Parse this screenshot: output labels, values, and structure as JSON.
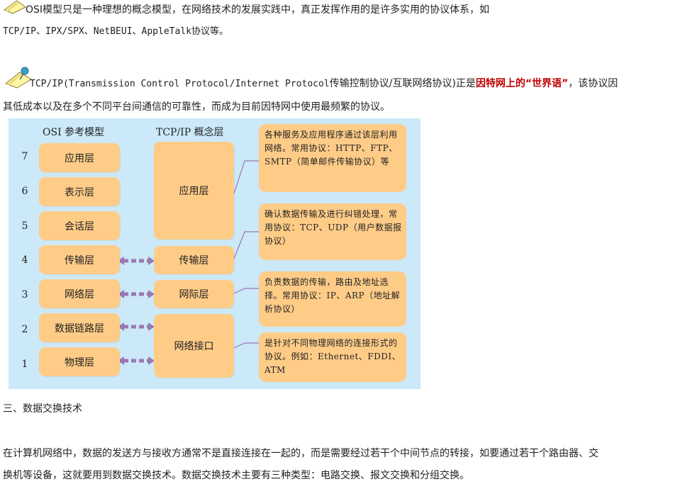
{
  "paragraph1": {
    "line1": "OSI模型只是一种理想的概念模型，在网络技术的发展实践中，真正发挥作用的是许多实用的协议体系，如",
    "line2": "TCP/IP、IPX/SPX、NetBEUI、AppleTalk协议等。"
  },
  "paragraph2": {
    "line1_a": "TCP/IP(Transmission Control Protocol/Internet Protocol",
    "line1_b": "传输控制协议/互联网络协议)正是",
    "line1_highlight": "因特网上的“世界语”",
    "line1_c": "，该协议因",
    "line2": "其低成本以及在多个不同平台间通信的可靠性，而成为目前因特网中使用最频繁的协议。"
  },
  "figure": {
    "osi_header": "OSI 参考模型",
    "tcpip_header": "TCP/IP 概念层",
    "osi_layers": [
      {
        "num": "7",
        "label": "应用层"
      },
      {
        "num": "6",
        "label": "表示层"
      },
      {
        "num": "5",
        "label": "会话层"
      },
      {
        "num": "4",
        "label": "传输层"
      },
      {
        "num": "3",
        "label": "网络层"
      },
      {
        "num": "2",
        "label": "数据链路层"
      },
      {
        "num": "1",
        "label": "物理层"
      }
    ],
    "tcpip_layers": [
      "应用层",
      "传输层",
      "网际层",
      "网络接口"
    ],
    "descriptions": [
      "各种服务及应用程序通过该层利用网络。常用协议：HTTP、FTP、SMTP（简单邮件传输协议）等",
      "确认数据传输及进行纠错处理，常用协议：TCP、UDP（用户数据报协议）",
      "负责数据的传输，路由及地址选择。常用协议：IP、ARP（地址解析协议）",
      "是针对不同物理网络的连接形式的协议。例如：Ethernet、FDDI、ATM"
    ],
    "colors": {
      "background": "#cbe9f8",
      "box": "#ffcc88",
      "arrow": "#9b77b3"
    }
  },
  "section3": {
    "heading": "三、数据交换技术"
  },
  "paragraph3": {
    "line1": "在计算机网络中，数据的发送方与接收方通常不是直接连接在一起的，而是需要经过若干个中间节点的转接，如要通过若干个路由器、交",
    "line2": "换机等设备，这就要用到数据交换技术。数据交换技术主要有三种类型：电路交换、报文交换和分组交换。"
  }
}
